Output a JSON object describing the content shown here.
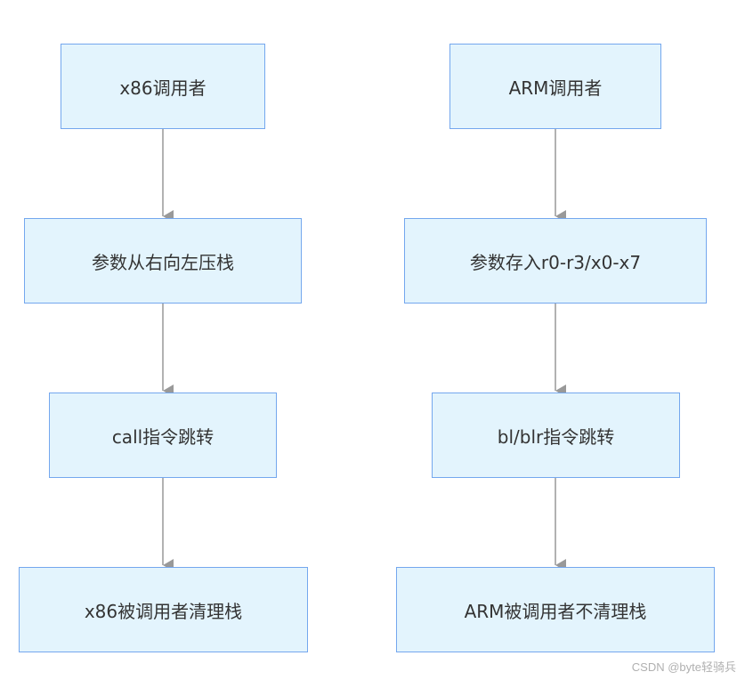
{
  "x86_flow": {
    "caller": "x86调用者",
    "push_args": "参数从右向左压栈",
    "call_jump": "call指令跳转",
    "callee_clean": "x86被调用者清理栈"
  },
  "arm_flow": {
    "caller": "ARM调用者",
    "reg_args": "参数存入r0-r3/x0-x7",
    "bl_jump": "bl/blr指令跳转",
    "callee_no_clean": "ARM被调用者不清理栈"
  },
  "watermark": "CSDN @byte轻骑兵",
  "colors": {
    "node_fill": "#e3f4fd",
    "node_border": "#74a7ee",
    "edge": "#999999",
    "text": "#333333"
  }
}
